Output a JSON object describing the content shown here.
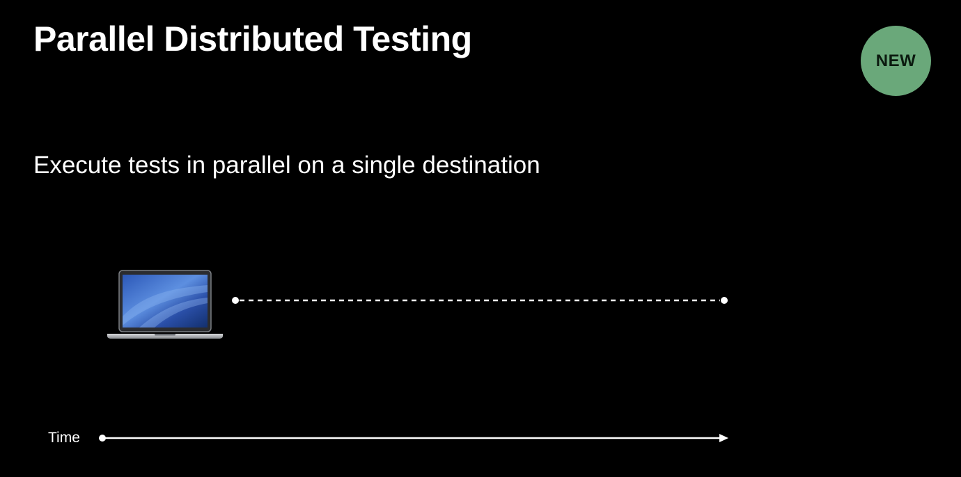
{
  "slide": {
    "title": "Parallel Distributed Testing",
    "subtitle": "Execute tests in parallel on a single destination",
    "badge": {
      "label": "NEW",
      "color": "#6aa87a"
    },
    "background_color": "#000000",
    "text_color": "#ffffff"
  },
  "diagram": {
    "devices": [
      {
        "type": "laptop",
        "icon": "laptop-icon",
        "track_style": "dashed"
      }
    ],
    "time_axis": {
      "label": "Time",
      "style": "solid-arrow"
    }
  }
}
